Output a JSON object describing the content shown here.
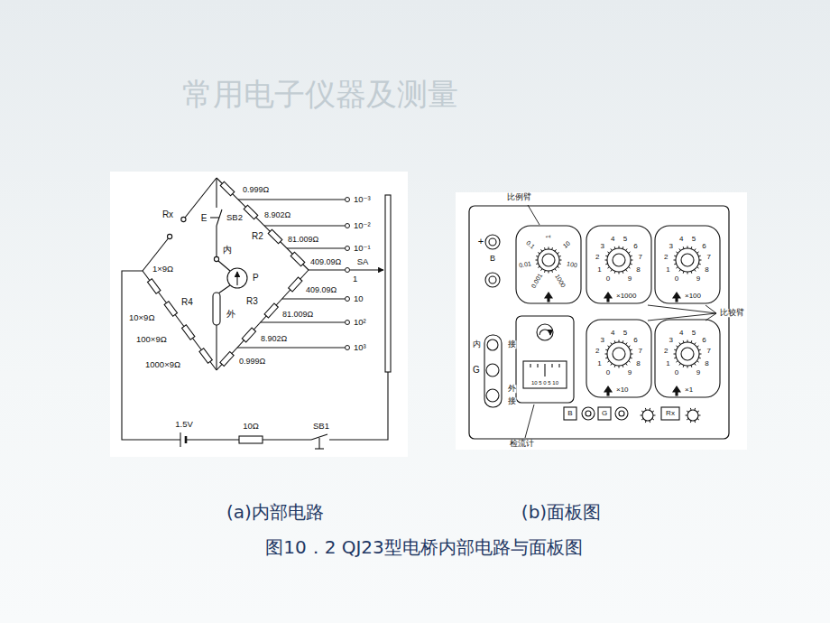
{
  "diagram": {
    "title": "常用电子仪器及测量",
    "caption": "图10．2 QJ23型电桥内部电路与面板图",
    "labels": [
      "Rx",
      "E",
      "SB2",
      "内",
      "P",
      "外",
      "R2",
      "R3",
      "R4",
      "1×9Ω",
      "10×9Ω",
      "100×9Ω",
      "1000×9Ω",
      "0.999Ω",
      "8.902Ω",
      "81.009Ω",
      "409.09Ω",
      "409.09Ω",
      "81.009Ω",
      "8.902Ω",
      "0.999Ω",
      "10⁻³",
      "10⁻²",
      "10⁻¹",
      "SA",
      "1",
      "10",
      "10²",
      "10³",
      "1.5V",
      "10Ω",
      "SB1",
      "比例臂",
      "比较臂",
      "检流计",
      "+",
      "B",
      "内",
      "接",
      "G",
      "外",
      "接",
      "B",
      "G",
      "Rx",
      "×1000",
      "×100",
      "×10",
      "×1",
      "10 5 0 5 10",
      "(a)内部电路",
      "(b)面板图",
      "0.001",
      "0.01",
      "0.1",
      "1",
      "10",
      "100",
      "1000",
      "0",
      "1",
      "2",
      "3",
      "4",
      "5",
      "6",
      "7",
      "8",
      "9",
      "0",
      "1",
      "2",
      "3",
      "4",
      "5",
      "6",
      "7",
      "8",
      "9",
      "0",
      "1",
      "2",
      "3",
      "4",
      "5",
      "6",
      "7",
      "8",
      "9",
      "0",
      "1",
      "2",
      "3",
      "4",
      "5",
      "6",
      "7",
      "8",
      "9"
    ]
  }
}
